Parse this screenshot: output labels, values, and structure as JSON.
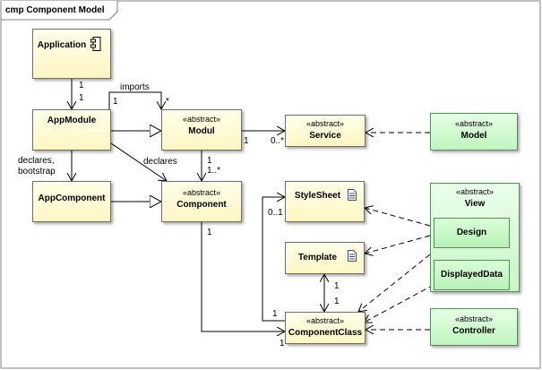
{
  "diagram": {
    "title": "cmp Component Model",
    "nodes": {
      "application": {
        "name": "Application"
      },
      "appmodule": {
        "name": "AppModule"
      },
      "modul": {
        "stereotype": "«abstract»",
        "name": "Modul"
      },
      "service": {
        "stereotype": "«abstract»",
        "name": "Service"
      },
      "model": {
        "stereotype": "«abstract»",
        "name": "Model"
      },
      "appcomponent": {
        "name": "AppComponent"
      },
      "component": {
        "stereotype": "«abstract»",
        "name": "Component"
      },
      "stylesheet": {
        "name": "StyleSheet"
      },
      "template": {
        "name": "Template"
      },
      "view": {
        "stereotype": "«abstract»",
        "name": "View",
        "parts": [
          "Design",
          "DisplayedData"
        ]
      },
      "componentclass": {
        "stereotype": "«abstract»",
        "name": "ComponentClass"
      },
      "controller": {
        "stereotype": "«abstract»",
        "name": "Controller"
      }
    },
    "edge_labels": {
      "app_mult_top": "1",
      "app_mult_bottom": "1",
      "imports": "imports",
      "imports_src": "1",
      "imports_dst": "*",
      "declares_bootstrap_1": "declares,",
      "declares_bootstrap_2": "bootstrap",
      "declares": "declares",
      "modul_service_src": "1",
      "modul_service_dst": "0..*",
      "declares_src": "1",
      "declares_dst": "1..*",
      "stylesheet_mult": "0..1",
      "component_cc": "1",
      "template_top": "1",
      "template_bottom": "1",
      "cc_left": "1",
      "cc_bottom": "1"
    }
  }
}
